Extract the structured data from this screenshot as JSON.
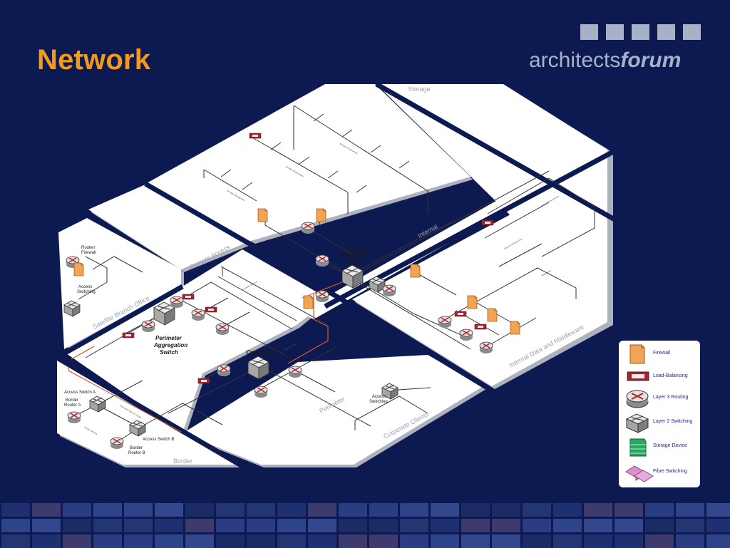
{
  "slide": {
    "title": "Network"
  },
  "logo": {
    "text_regular": "architects",
    "text_bold": "forum"
  },
  "zones": {
    "storage": "Storage",
    "internal": "Internal",
    "remote_access": "Remote Access",
    "satellite_branch_office": "Satellite Branch Office",
    "internal_data_middleware": "Internal Data and Middleware",
    "perimeter": "Perimeter",
    "corporate_clients": "Corporate Clients",
    "border": "Border"
  },
  "devices": {
    "router_firewall": [
      "Router/",
      "Firewall"
    ],
    "access_switching": [
      "Access",
      "Switching"
    ],
    "internal_aggregation_switch": [
      "Internal",
      "Aggregation",
      "Switch"
    ],
    "perimeter_aggregation_switch": [
      "Perimeter",
      "Aggregation",
      "Switch"
    ],
    "core_switch": "Core Switch",
    "access_switch_a": "Access Switch A",
    "border_router_a": [
      "Border",
      "Router A"
    ],
    "access_switch_b": "Access Switch B",
    "border_router_b": [
      "Border",
      "Router B"
    ],
    "access_switching_corp": [
      "Access",
      "Switching"
    ]
  },
  "legend": {
    "items": [
      {
        "icon": "firewall-icon",
        "label": "Firewall",
        "color": "#f0a455"
      },
      {
        "icon": "load-balancing-icon",
        "label": "Load-Balancing",
        "color": "#b51c2a"
      },
      {
        "icon": "layer3-routing-icon",
        "label": "Layer 3 Routing",
        "color": "#c0c0c0"
      },
      {
        "icon": "layer2-switching-icon",
        "label": "Layer 2 Switching",
        "color": "#c0c0c0"
      },
      {
        "icon": "storage-device-icon",
        "label": "Storage Device",
        "color": "#2aa760"
      },
      {
        "icon": "fibre-switching-icon",
        "label": "Fibre Switching",
        "color": "#d990cf"
      }
    ]
  },
  "colors": {
    "background": "#0d1a52",
    "title": "#f39a1c",
    "logo": "#a7b1c8",
    "zone_fill": "#ffffff",
    "zone_shadow": "#aeb2bd",
    "link_red": "#d65a2a"
  }
}
